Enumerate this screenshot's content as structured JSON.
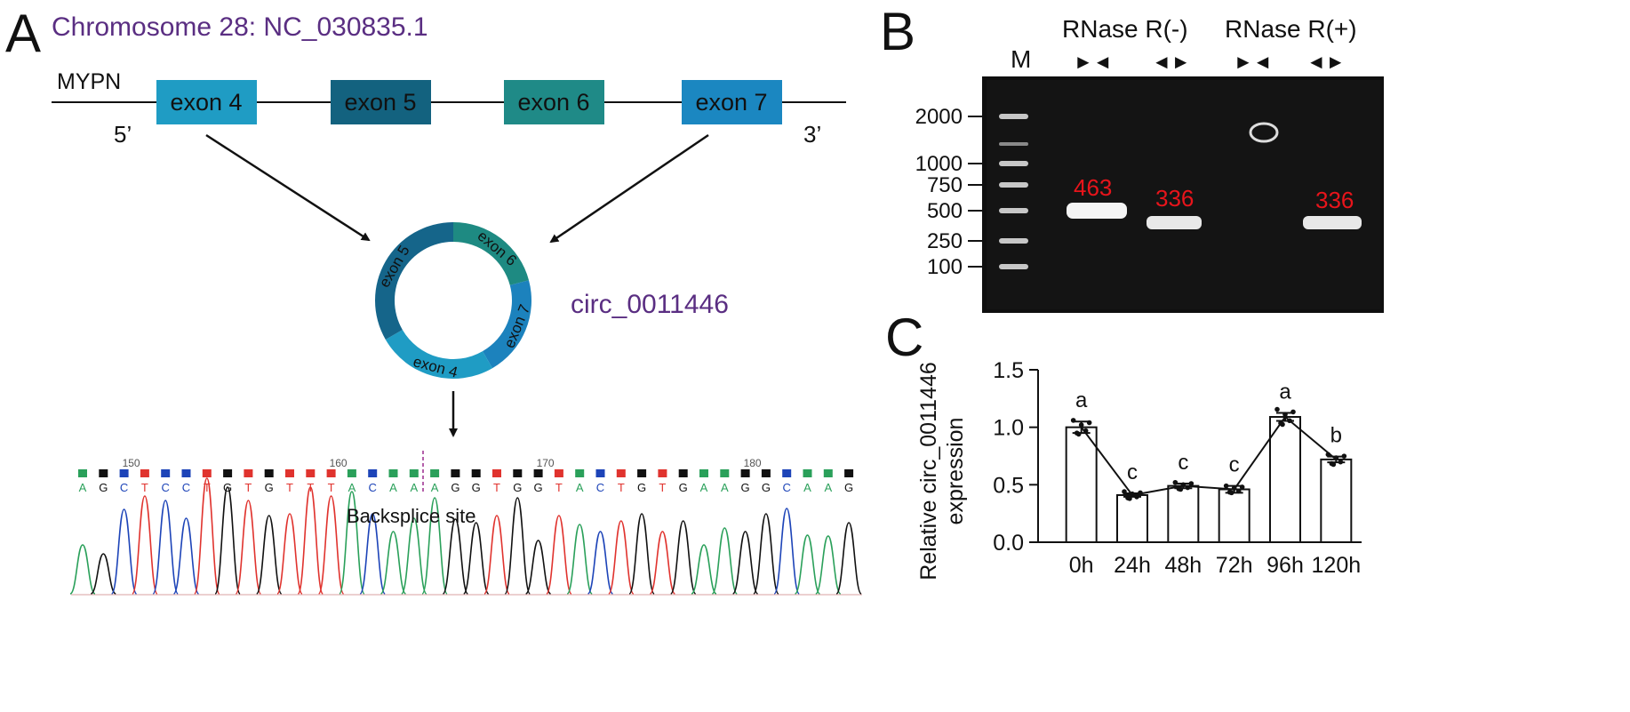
{
  "panelA": {
    "letter": "A",
    "chrom_title": "Chromosome 28: NC_030835.1",
    "gene": "MYPN",
    "five_prime": "5’",
    "three_prime": "3’",
    "exons": [
      {
        "label": "exon 4",
        "color": "#1f9cc4"
      },
      {
        "label": "exon 5",
        "color": "#13627f"
      },
      {
        "label": "exon 6",
        "color": "#1f8a87"
      },
      {
        "label": "exon 7",
        "color": "#1b87c1"
      }
    ],
    "circ_name": "circ_0011446",
    "circ_segments": [
      {
        "label": "exon 6",
        "color": "#1e8a82"
      },
      {
        "label": "exon 7",
        "color": "#1c82bd"
      },
      {
        "label": "exon 4",
        "color": "#1f9cc4"
      },
      {
        "label": "exon 5",
        "color": "#15658a"
      }
    ],
    "backsplice_label": "Backsplice site",
    "sequence": "AGCTCCTGTGTTTACAAAGGTGGTACTGTGAAGGCAAG",
    "position_ticks": [
      "150",
      "160",
      "170",
      "180"
    ],
    "base_colors": {
      "A": "#2aa05a",
      "C": "#1d44b8",
      "G": "#111111",
      "T": "#e0332e"
    }
  },
  "panelB": {
    "letter": "B",
    "lane_marker": "M",
    "group_labels": [
      "RNase R(-)",
      "RNase R(+)"
    ],
    "primer_glyphs": [
      "►◄",
      "◄►",
      "►◄",
      "◄►"
    ],
    "ladder": [
      "2000",
      "1000",
      "750",
      "500",
      "250",
      "100"
    ],
    "band_labels": [
      "463",
      "336",
      "336"
    ],
    "band_label_color": "#e8141b"
  },
  "panelC": {
    "letter": "C",
    "ylabel_line1": "Relative circ_0011446",
    "ylabel_line2": "expression",
    "chart_data": {
      "type": "bar",
      "categories": [
        "0h",
        "24h",
        "48h",
        "72h",
        "96h",
        "120h"
      ],
      "values": [
        1.0,
        0.41,
        0.49,
        0.46,
        1.09,
        0.72
      ],
      "errors": [
        0.05,
        0.015,
        0.02,
        0.03,
        0.035,
        0.025
      ],
      "letters": [
        "a",
        "c",
        "c",
        "c",
        "a",
        "b"
      ],
      "yticks": [
        "0.0",
        "0.5",
        "1.0",
        "1.5"
      ],
      "ylim": [
        0,
        1.5
      ]
    }
  }
}
